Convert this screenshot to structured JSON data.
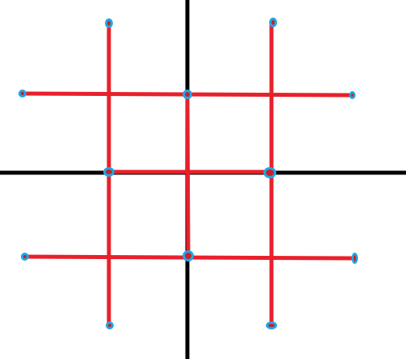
{
  "diagram": {
    "colors": {
      "background": "#ffffff",
      "axis": "#000000",
      "segment": "#e8202a",
      "node_stroke": "#1fa6e6",
      "node_center": "#c8202a"
    },
    "axes": [
      {
        "id": "vertical-axis"
      },
      {
        "id": "horizontal-axis"
      }
    ],
    "segments": [
      {
        "id": "left-vertical-segment"
      },
      {
        "id": "right-vertical-segment"
      },
      {
        "id": "top-horizontal-segment"
      },
      {
        "id": "bottom-horizontal-segment"
      },
      {
        "id": "middle-horizontal-segment"
      },
      {
        "id": "center-vertical-segment"
      }
    ],
    "nodes": [
      {
        "id": "node-top-left"
      },
      {
        "id": "node-top-right"
      },
      {
        "id": "node-left-upper"
      },
      {
        "id": "node-center-upper"
      },
      {
        "id": "node-right-upper"
      },
      {
        "id": "node-left-middle"
      },
      {
        "id": "node-right-middle"
      },
      {
        "id": "node-left-lower"
      },
      {
        "id": "node-center-lower"
      },
      {
        "id": "node-right-lower"
      },
      {
        "id": "node-bottom-left"
      },
      {
        "id": "node-bottom-right"
      }
    ]
  }
}
